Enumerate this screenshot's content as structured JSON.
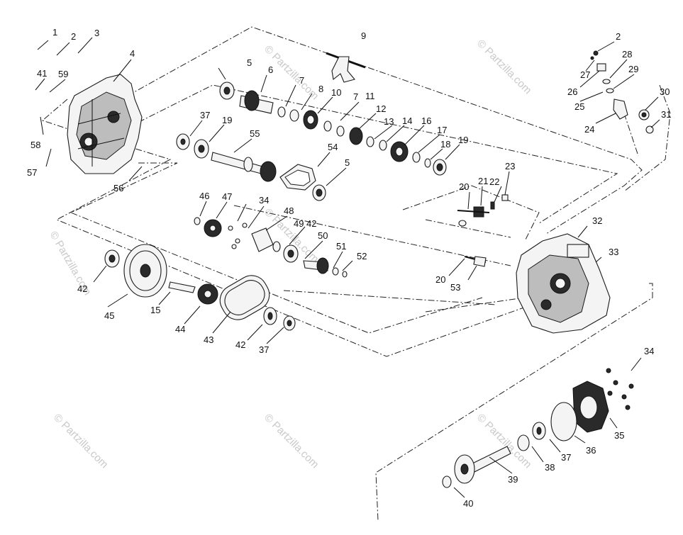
{
  "watermark": "© Partzilla.com",
  "callouts": [
    {
      "id": "c1",
      "text": "1"
    },
    {
      "id": "c2a",
      "text": "2"
    },
    {
      "id": "c3",
      "text": "3"
    },
    {
      "id": "c4",
      "text": "4"
    },
    {
      "id": "c5a",
      "text": "5"
    },
    {
      "id": "c6",
      "text": "6"
    },
    {
      "id": "c7a",
      "text": "7"
    },
    {
      "id": "c8",
      "text": "8"
    },
    {
      "id": "c9",
      "text": "9"
    },
    {
      "id": "c10",
      "text": "10"
    },
    {
      "id": "c7b",
      "text": "7"
    },
    {
      "id": "c11",
      "text": "11"
    },
    {
      "id": "c12",
      "text": "12"
    },
    {
      "id": "c13",
      "text": "13"
    },
    {
      "id": "c14",
      "text": "14"
    },
    {
      "id": "c16",
      "text": "16"
    },
    {
      "id": "c17",
      "text": "17"
    },
    {
      "id": "c18",
      "text": "18"
    },
    {
      "id": "c19b",
      "text": "19"
    },
    {
      "id": "c41",
      "text": "41"
    },
    {
      "id": "c59",
      "text": "59"
    },
    {
      "id": "c37a",
      "text": "37"
    },
    {
      "id": "c19a",
      "text": "19"
    },
    {
      "id": "c55",
      "text": "55"
    },
    {
      "id": "c54",
      "text": "54"
    },
    {
      "id": "c5b",
      "text": "5"
    },
    {
      "id": "c58",
      "text": "58"
    },
    {
      "id": "c57",
      "text": "57"
    },
    {
      "id": "c56",
      "text": "56"
    },
    {
      "id": "c2b",
      "text": "2"
    },
    {
      "id": "c27",
      "text": "27"
    },
    {
      "id": "c28",
      "text": "28"
    },
    {
      "id": "c26",
      "text": "26"
    },
    {
      "id": "c29",
      "text": "29"
    },
    {
      "id": "c25",
      "text": "25"
    },
    {
      "id": "c30",
      "text": "30"
    },
    {
      "id": "c31",
      "text": "31"
    },
    {
      "id": "c24",
      "text": "24"
    },
    {
      "id": "c22",
      "text": "22"
    },
    {
      "id": "c23",
      "text": "23"
    },
    {
      "id": "c20a",
      "text": "20"
    },
    {
      "id": "c21",
      "text": "21"
    },
    {
      "id": "c32",
      "text": "32"
    },
    {
      "id": "c33",
      "text": "33"
    },
    {
      "id": "c20b",
      "text": "20"
    },
    {
      "id": "c53",
      "text": "53"
    },
    {
      "id": "c46",
      "text": "46"
    },
    {
      "id": "c47",
      "text": "47"
    },
    {
      "id": "c34a",
      "text": "34"
    },
    {
      "id": "c48",
      "text": "48"
    },
    {
      "id": "c49",
      "text": "49"
    },
    {
      "id": "c42b",
      "text": "42"
    },
    {
      "id": "c50",
      "text": "50"
    },
    {
      "id": "c51",
      "text": "51"
    },
    {
      "id": "c52",
      "text": "52"
    },
    {
      "id": "c42a",
      "text": "42"
    },
    {
      "id": "c45",
      "text": "45"
    },
    {
      "id": "c15",
      "text": "15"
    },
    {
      "id": "c44",
      "text": "44"
    },
    {
      "id": "c43",
      "text": "43"
    },
    {
      "id": "c42c",
      "text": "42"
    },
    {
      "id": "c37b",
      "text": "37"
    },
    {
      "id": "c34b",
      "text": "34"
    },
    {
      "id": "c35",
      "text": "35"
    },
    {
      "id": "c36",
      "text": "36"
    },
    {
      "id": "c37c",
      "text": "37"
    },
    {
      "id": "c38",
      "text": "38"
    },
    {
      "id": "c39",
      "text": "39"
    },
    {
      "id": "c40",
      "text": "40"
    }
  ]
}
